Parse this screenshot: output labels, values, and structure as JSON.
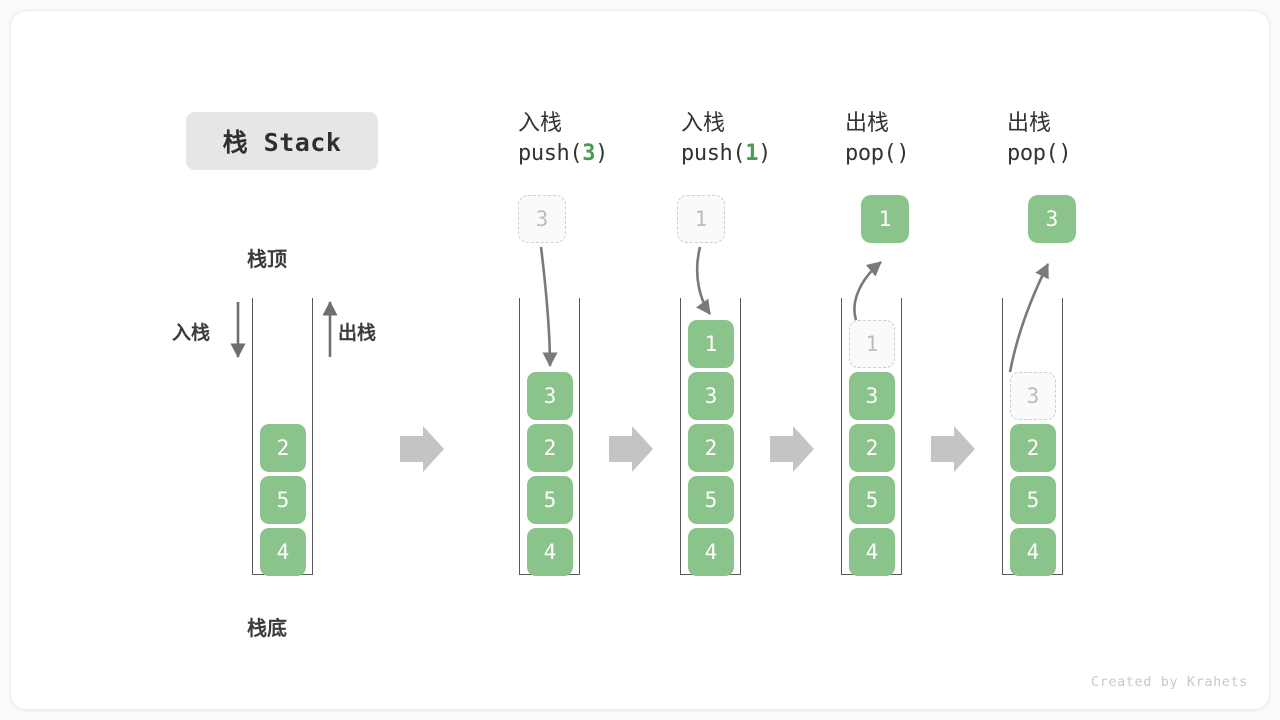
{
  "figure": {
    "title_badge": "栈 Stack",
    "credit": "Created by Krahets",
    "colors": {
      "cell_fill": "#8bc48a",
      "cell_text": "#ffffff",
      "ghost_fill": "#fafafa",
      "ghost_border": "#cfcfcf",
      "ghost_text": "#bcbcbc",
      "accent_green": "#4a9a4f",
      "wall": "#595959",
      "flow_arrow": "#c4c4c4",
      "curve_arrow": "#7a7a7a",
      "badge_bg": "#e6e6e6",
      "card_bg": "#ffffff",
      "page_bg": "#fbfbfb"
    }
  },
  "legend": {
    "stack_top_label": "栈顶",
    "stack_bottom_label": "栈底",
    "push_side_label": "入栈",
    "pop_side_label": "出栈"
  },
  "columns": [
    {
      "id": "initial",
      "head_zh": "",
      "head_code": "",
      "op": "none",
      "stack": [
        "4",
        "5",
        "2"
      ],
      "ghost_index": -1,
      "float_box": null
    },
    {
      "id": "push-3",
      "head_zh": "入栈",
      "head_code_prefix": "push(",
      "head_code_arg": "3",
      "head_code_suffix": ")",
      "op": "push",
      "stack": [
        "4",
        "5",
        "2",
        "3"
      ],
      "ghost_index": -1,
      "float_box": {
        "value": "3",
        "style": "ghost"
      }
    },
    {
      "id": "push-1",
      "head_zh": "入栈",
      "head_code_prefix": "push(",
      "head_code_arg": "1",
      "head_code_suffix": ")",
      "op": "push",
      "stack": [
        "4",
        "5",
        "2",
        "3",
        "1"
      ],
      "ghost_index": -1,
      "float_box": {
        "value": "1",
        "style": "ghost"
      }
    },
    {
      "id": "pop-1",
      "head_zh": "出栈",
      "head_code_prefix": "pop(",
      "head_code_arg": "",
      "head_code_suffix": ")",
      "op": "pop",
      "stack": [
        "4",
        "5",
        "2",
        "3",
        "1"
      ],
      "ghost_index": 4,
      "float_box": {
        "value": "1",
        "style": "solid"
      }
    },
    {
      "id": "pop-2",
      "head_zh": "出栈",
      "head_code_prefix": "pop(",
      "head_code_arg": "",
      "head_code_suffix": ")",
      "op": "pop",
      "stack": [
        "4",
        "5",
        "2",
        "3"
      ],
      "ghost_index": 3,
      "float_box": {
        "value": "3",
        "style": "solid"
      }
    }
  ],
  "flow_arrows": 4
}
